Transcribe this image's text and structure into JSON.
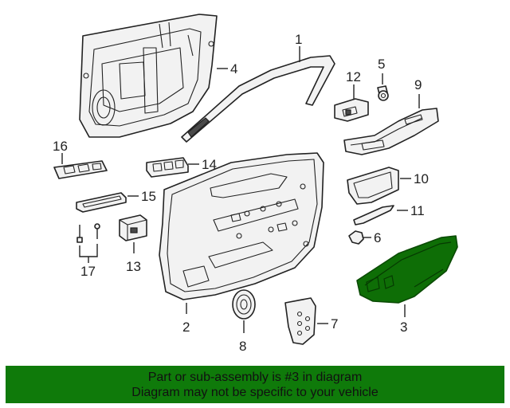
{
  "callouts": {
    "c1": "1",
    "c2": "2",
    "c3": "3",
    "c4": "4",
    "c5": "5",
    "c6": "6",
    "c7": "7",
    "c8": "8",
    "c9": "9",
    "c10": "10",
    "c11": "11",
    "c12": "12",
    "c13": "13",
    "c14": "14",
    "c15": "15",
    "c16": "16",
    "c17": "17"
  },
  "highlight": {
    "part": "3",
    "color": "#0e6e06"
  },
  "banner": {
    "line1": "Part or sub-assembly is #3 in diagram",
    "line2": "Diagram may not be specific to your vehicle",
    "color": "#0f7a0a"
  }
}
